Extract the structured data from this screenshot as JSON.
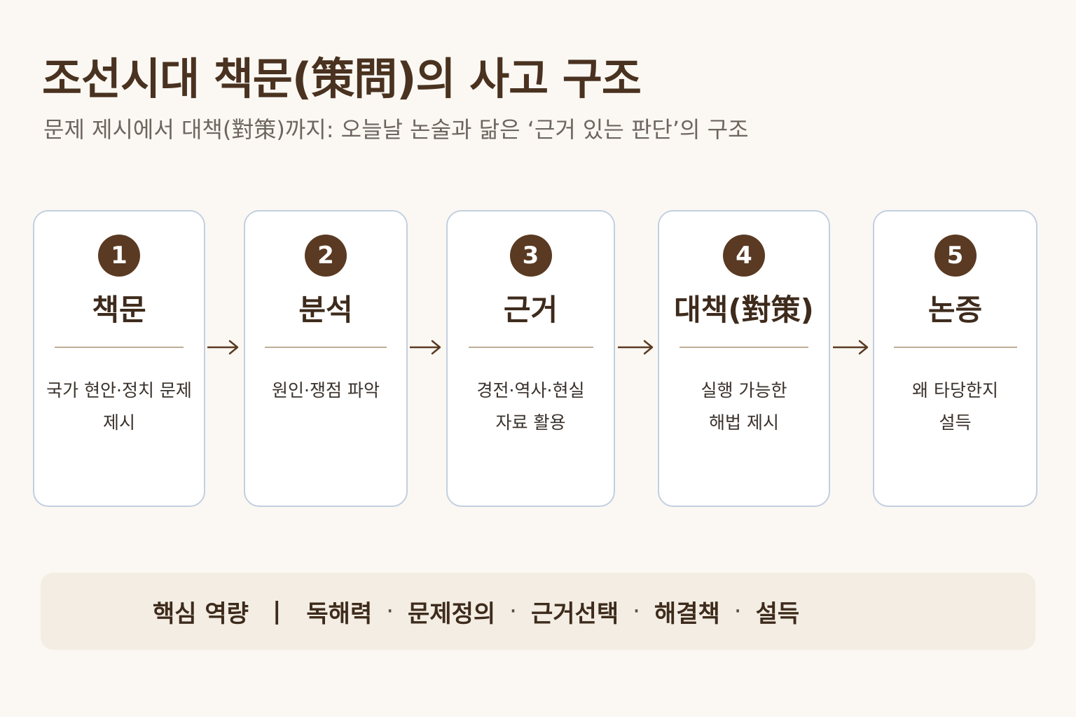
{
  "title": "조선시대 책문(策問)의 사고 구조",
  "subtitle": "문제 제시에서 대책(對策)까지: 오늘날 논술과 닮은 ‘근거 있는 판단’의 구조",
  "steps": [
    {
      "number": "1",
      "title": "책문",
      "desc": [
        "국가 현안·정치 문제",
        "제시"
      ]
    },
    {
      "number": "2",
      "title": "분석",
      "desc": [
        "원인·쟁점 파악"
      ]
    },
    {
      "number": "3",
      "title": "근거",
      "desc": [
        "경전·역사·현실",
        "자료 활용"
      ]
    },
    {
      "number": "4",
      "title": "대책(對策)",
      "desc": [
        "실행 가능한",
        "해법 제시"
      ]
    },
    {
      "number": "5",
      "title": "논증",
      "desc": [
        "왜 타당한지",
        "설득"
      ]
    }
  ],
  "core": {
    "label": "핵심 역량",
    "separator": "|",
    "items": [
      "독해력",
      "문제정의",
      "근거선택",
      "해결책",
      "설득"
    ],
    "dot": "·"
  },
  "colors": {
    "accent": "#5a3a22",
    "card_border": "#c3cfe0",
    "background": "#fbf8f3",
    "bar_background": "#f3ede3"
  },
  "icons": {
    "connector": "arrow-right-icon"
  }
}
